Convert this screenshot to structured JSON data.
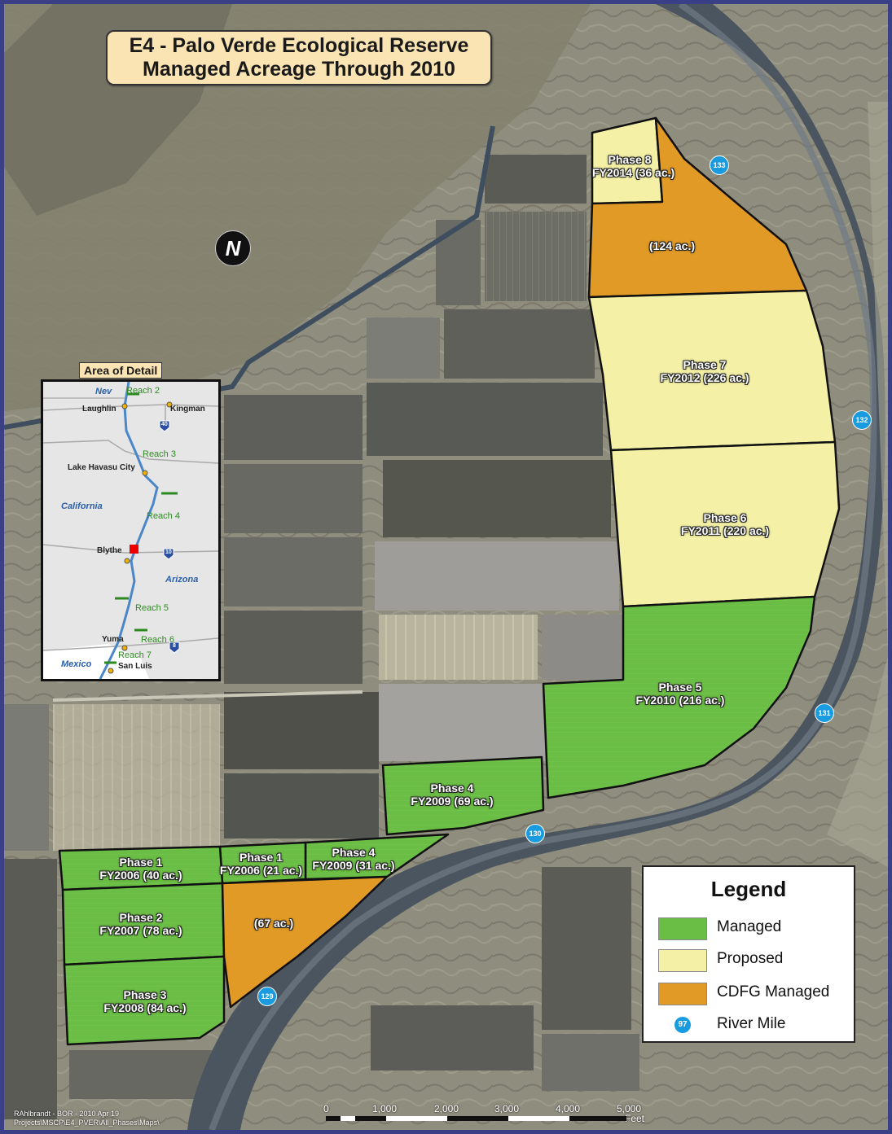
{
  "title": {
    "line1": "E4 - Palo Verde Ecological Reserve",
    "line2": "Managed Acreage Through 2010"
  },
  "colors": {
    "managed": "#6bbe45",
    "proposed": "#f4f1a6",
    "cdfg": "#e19a25",
    "river_mile": "#1a9be0",
    "frame": "#3a3f86"
  },
  "parcels": [
    {
      "phase": "Phase 8",
      "detail": "FY2014 (36 ac.)",
      "status": "proposed"
    },
    {
      "phase": "",
      "detail": "(124 ac.)",
      "status": "cdfg"
    },
    {
      "phase": "Phase 7",
      "detail": "FY2012 (226 ac.)",
      "status": "proposed"
    },
    {
      "phase": "Phase 6",
      "detail": "FY2011 (220 ac.)",
      "status": "proposed"
    },
    {
      "phase": "Phase 5",
      "detail": "FY2010 (216 ac.)",
      "status": "managed"
    },
    {
      "phase": "Phase 4",
      "detail": "FY2009 (69 ac.)",
      "status": "managed"
    },
    {
      "phase": "Phase 4",
      "detail": "FY2009 (31 ac.)",
      "status": "managed"
    },
    {
      "phase": "Phase 1",
      "detail": "FY2006 (21 ac.)",
      "status": "managed"
    },
    {
      "phase": "Phase 1",
      "detail": "FY2006 (40 ac.)",
      "status": "managed"
    },
    {
      "phase": "Phase 2",
      "detail": "FY2007 (78 ac.)",
      "status": "managed"
    },
    {
      "phase": "Phase 3",
      "detail": "FY2008 (84 ac.)",
      "status": "managed"
    },
    {
      "phase": "",
      "detail": "(67 ac.)",
      "status": "cdfg"
    }
  ],
  "river_miles": [
    "133",
    "132",
    "131",
    "130",
    "129"
  ],
  "inset": {
    "title": "Area of Detail",
    "states": [
      "Nev",
      "California",
      "Arizona",
      "Mexico"
    ],
    "cities": [
      "Laughlin",
      "Kingman",
      "Lake Havasu City",
      "Blythe",
      "Yuma",
      "San Luis"
    ],
    "reaches": [
      "Reach 2",
      "Reach 3",
      "Reach 4",
      "Reach 5",
      "Reach 6",
      "Reach 7"
    ],
    "highways": [
      "40",
      "10",
      "8"
    ]
  },
  "legend": {
    "title": "Legend",
    "items": [
      {
        "label": "Managed",
        "color": "#6bbe45"
      },
      {
        "label": "Proposed",
        "color": "#f4f1a6"
      },
      {
        "label": "CDFG Managed",
        "color": "#e19a25"
      },
      {
        "label": "River Mile",
        "symbol_text": "97"
      }
    ]
  },
  "scale": {
    "ticks": [
      "0",
      "1,000",
      "2,000",
      "3,000",
      "4,000",
      "5,000"
    ],
    "unit": "Feet"
  },
  "credit": {
    "line1": "RAhlbrandt - BOR - 2010 Apr 19",
    "line2": "Projects\\MSCP\\E4_PVER\\All_Phases\\Maps\\"
  }
}
